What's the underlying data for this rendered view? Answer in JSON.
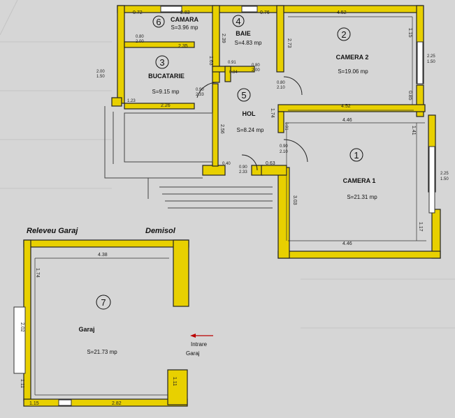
{
  "rooms": [
    {
      "num": "1",
      "name": "CAMERA 1",
      "area": "S=21.31 mp"
    },
    {
      "num": "2",
      "name": "CAMERA 2",
      "area": "S=19.06 mp"
    },
    {
      "num": "3",
      "name": "BUCATARIE",
      "area": "S=9.15 mp"
    },
    {
      "num": "4",
      "name": "BAIE",
      "area": "S=4.83 mp"
    },
    {
      "num": "5",
      "name": "HOL",
      "area": "S=8.24 mp"
    },
    {
      "num": "6",
      "name": "CAMARA",
      "area": "S=3.96 mp"
    },
    {
      "num": "7",
      "name": "Garaj",
      "area": "S=21.73 mp"
    }
  ],
  "titles": {
    "garage_left": "Releveu Garaj",
    "garage_right": "Demisol"
  },
  "entrance": {
    "line1": "Intrare",
    "line2": "Garaj"
  },
  "dims": {
    "cam_top": "0.72",
    "cam_w": "2.83",
    "baie_top": "0.76",
    "c2_top": "4.52",
    "c2_bottom": "4.52",
    "c2_r1": "1.15",
    "c2_r2": "0.85",
    "c2_left": "2.73",
    "win_a": "2.25",
    "win_b": "1.50",
    "c1_top": "4.46",
    "c1_bottom": "4.46",
    "c1_r1": "1.41",
    "c1_r2": "1.17",
    "c1_left": "3.03",
    "win2_a": "2.25",
    "win2_b": "1.50",
    "buc_top": "2.35",
    "buc_bottom": "2.26",
    "buc_left_a": "2.00",
    "buc_left_b": "1.50",
    "cam_door_a": "0.80",
    "cam_door_b": "2.00",
    "baie_w": "2.39",
    "baie_l": "1.63",
    "baie_b": "0.84",
    "baie_c": "0.91",
    "baie_door_a": "0.80",
    "baie_door_b": "2.00",
    "hol_door_a": "0.80",
    "hol_door_b": "2.10",
    "hol_v": "2.56",
    "hol_c": "1.74",
    "hol_d": "0.91",
    "hol_e": "0.90",
    "hol_f": "2.10",
    "hol_g": "0.90",
    "hol_h": "2.33",
    "buc_door_a": "0.90",
    "buc_door_b": "2.33",
    "hol_bot": "0.40",
    "hol_bot2": "0.63",
    "hol_ent_a": "0.90",
    "hol_ent_b": "2.33",
    "g_top": "4.38",
    "g_left1": "1.74",
    "g_left2": "2.02",
    "g_left3": "1.11",
    "g_right": "1.11",
    "g_bot1": "1.15",
    "g_bot2": "2.82",
    "buc_small": "1.23"
  }
}
